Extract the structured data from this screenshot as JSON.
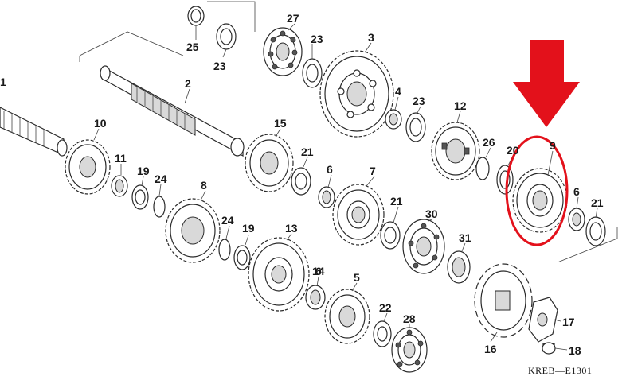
{
  "diagram": {
    "code": "KREB—E1301",
    "highlight_color": "#e3111b",
    "highlighted_part": "9",
    "parts": [
      {
        "id": "p1",
        "label": "1"
      },
      {
        "id": "p2",
        "label": "2"
      },
      {
        "id": "p3",
        "label": "3"
      },
      {
        "id": "p4",
        "label": "4"
      },
      {
        "id": "p5",
        "label": "5"
      },
      {
        "id": "p6a",
        "label": "6"
      },
      {
        "id": "p6b",
        "label": "6"
      },
      {
        "id": "p6c",
        "label": "6"
      },
      {
        "id": "p7",
        "label": "7"
      },
      {
        "id": "p8",
        "label": "8"
      },
      {
        "id": "p9",
        "label": "9"
      },
      {
        "id": "p10",
        "label": "10"
      },
      {
        "id": "p11",
        "label": "11"
      },
      {
        "id": "p12",
        "label": "12"
      },
      {
        "id": "p13",
        "label": "13"
      },
      {
        "id": "p14",
        "label": "14"
      },
      {
        "id": "p15",
        "label": "15"
      },
      {
        "id": "p16",
        "label": "16"
      },
      {
        "id": "p17",
        "label": "17"
      },
      {
        "id": "p18",
        "label": "18"
      },
      {
        "id": "p19a",
        "label": "19"
      },
      {
        "id": "p19b",
        "label": "19"
      },
      {
        "id": "p20",
        "label": "20"
      },
      {
        "id": "p21a",
        "label": "21"
      },
      {
        "id": "p21b",
        "label": "21"
      },
      {
        "id": "p21c",
        "label": "21"
      },
      {
        "id": "p22",
        "label": "22"
      },
      {
        "id": "p23a",
        "label": "23"
      },
      {
        "id": "p23b",
        "label": "23"
      },
      {
        "id": "p23c",
        "label": "23"
      },
      {
        "id": "p24a",
        "label": "24"
      },
      {
        "id": "p24b",
        "label": "24"
      },
      {
        "id": "p25",
        "label": "25"
      },
      {
        "id": "p26",
        "label": "26"
      },
      {
        "id": "p27",
        "label": "27"
      },
      {
        "id": "p28",
        "label": "28"
      },
      {
        "id": "p30",
        "label": "30"
      },
      {
        "id": "p31",
        "label": "31"
      }
    ]
  }
}
